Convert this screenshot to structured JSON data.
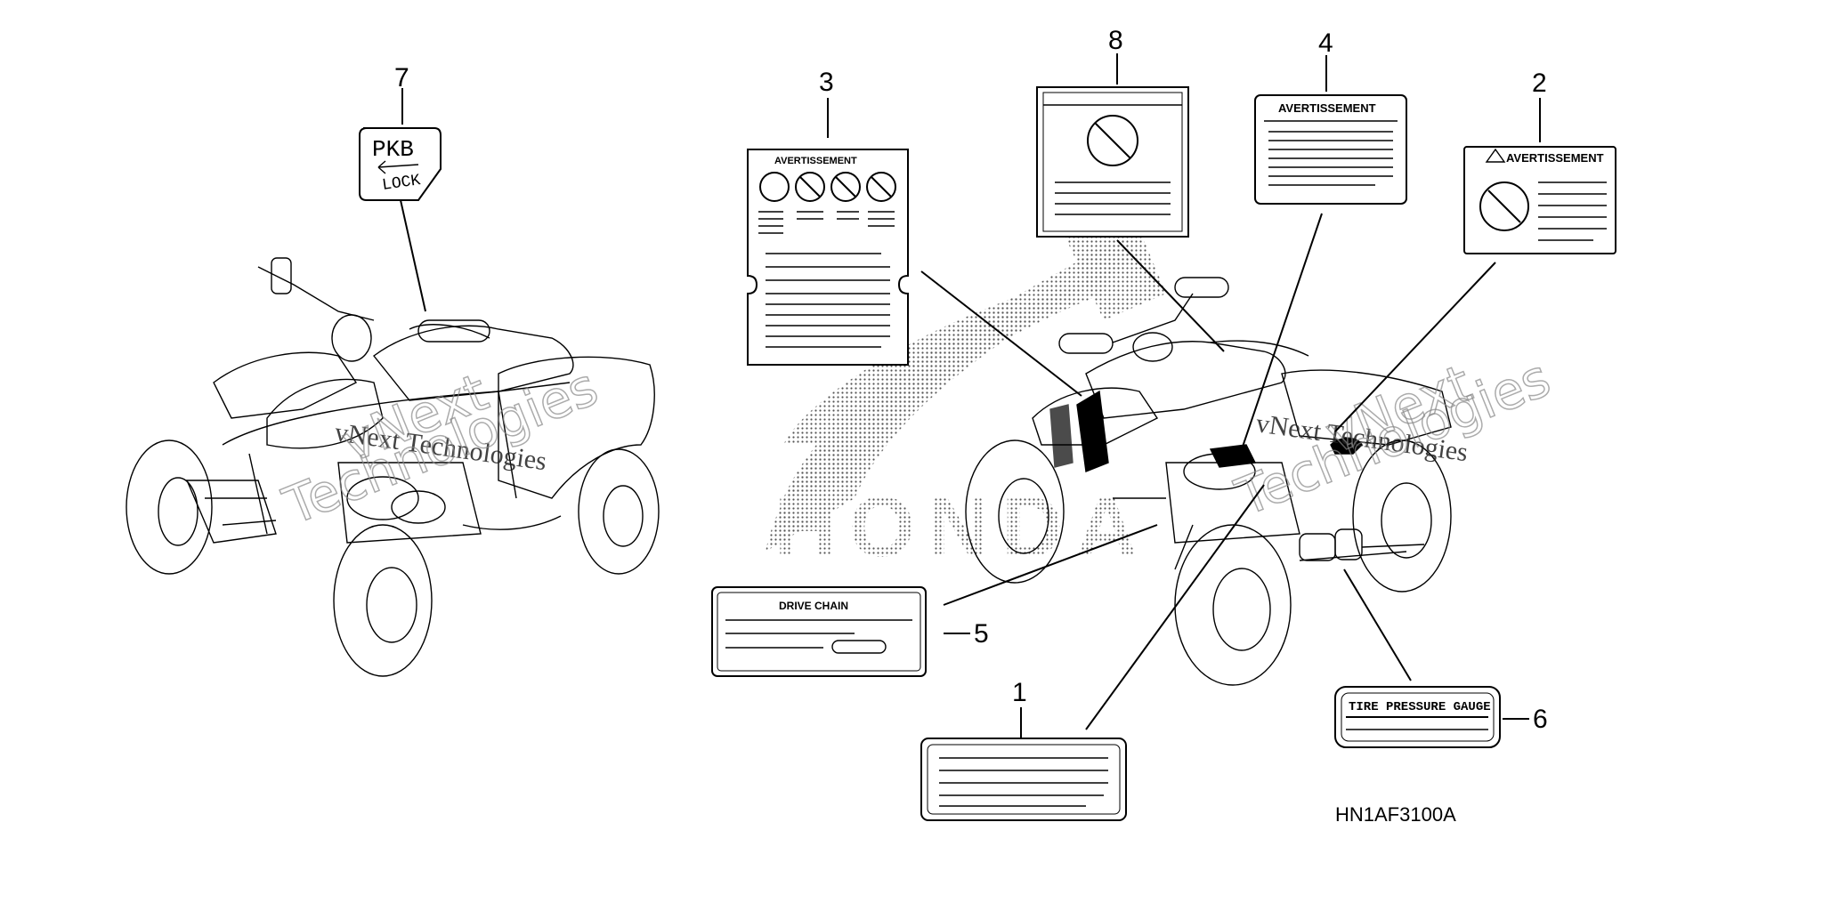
{
  "callouts": [
    {
      "id": "1",
      "label": "1"
    },
    {
      "id": "2",
      "label": "2"
    },
    {
      "id": "3",
      "label": "3"
    },
    {
      "id": "4",
      "label": "4"
    },
    {
      "id": "5",
      "label": "5"
    },
    {
      "id": "6",
      "label": "6"
    },
    {
      "id": "7",
      "label": "7"
    },
    {
      "id": "8",
      "label": "8"
    }
  ],
  "labels": {
    "pkb_top": "PKB",
    "pkb_bottom": "LOCK",
    "avertissement": "AVERTISSEMENT",
    "drive_chain": "DRIVE CHAIN",
    "tire_pressure_gauge": "TIRE PRESSURE GAUGE"
  },
  "diagram_code": "HN1AF3100A",
  "watermark": {
    "line1": "vNext Technologies",
    "line2": "vNext",
    "line3": "Technologies"
  },
  "background_logo": "HONDA"
}
